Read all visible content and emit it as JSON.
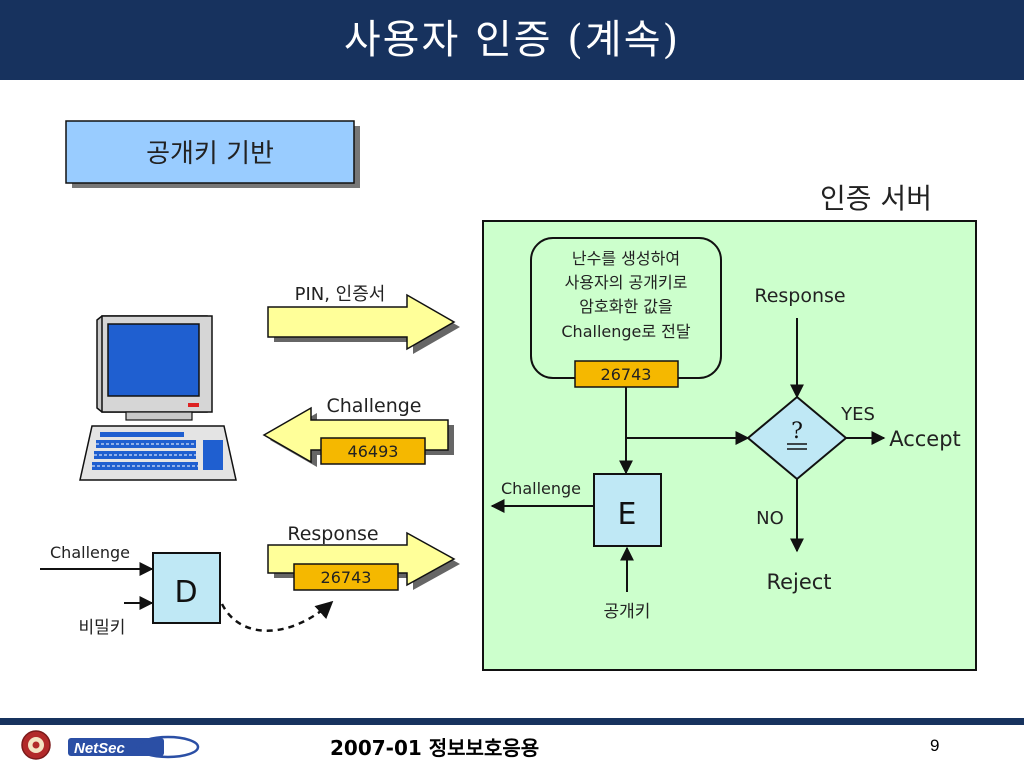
{
  "header": {
    "title": "사용자 인증 (계속)"
  },
  "diagram": {
    "public_key_box": "공개키 기반",
    "server_label": "인증 서버",
    "server_note_lines": [
      "난수를 생성하여",
      "사용자의 공개키로",
      "암호화한 값을",
      "Challenge로 전달"
    ],
    "random_value": "26743",
    "response_label": "Response",
    "decision_symbol": "?",
    "yes_label": "YES",
    "accept_label": "Accept",
    "no_label": "NO",
    "reject_label": "Reject",
    "encrypt_label": "E",
    "server_challenge_label": "Challenge",
    "public_key_input_label": "공개키",
    "pin_cert_label": "PIN, 인증서",
    "challenge_arrow_label": "Challenge",
    "challenge_value": "46493",
    "response_arrow_label": "Response",
    "response_value": "26743",
    "decrypt_label": "D",
    "client_challenge_label": "Challenge",
    "secret_key_label": "비밀키"
  },
  "footer": {
    "text": "2007-01 정보보호응용",
    "page_number": "9",
    "logo_text": "NetSec"
  },
  "colors": {
    "title_bar": "#17325e",
    "server_fill": "#ccffcc",
    "header_box_fill": "#99ccff",
    "arrow_fill": "#ffff99",
    "value_fill": "#f5b800",
    "diamond_fill": "#bfe8f5",
    "monitor_screen": "#1f5fd0"
  }
}
